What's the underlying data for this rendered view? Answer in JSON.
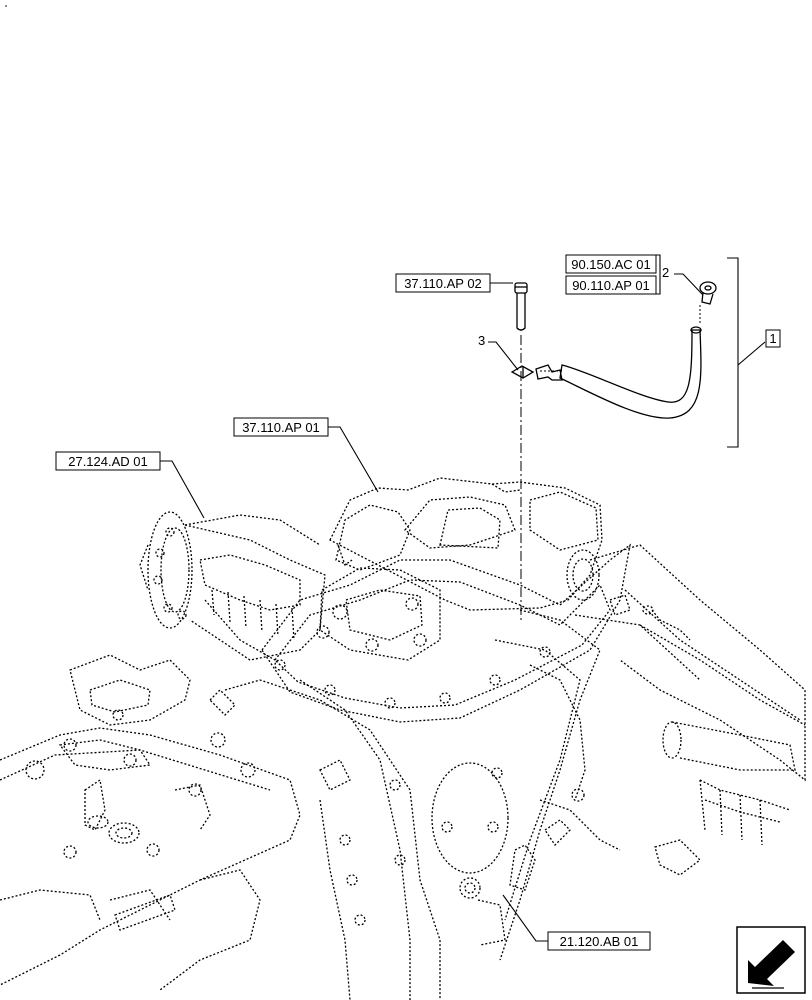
{
  "references": {
    "r_90150": "90.150.AC 01",
    "r_90110": "90.110.AP 01",
    "r_37110_02": "37.110.AP 02",
    "r_37110_01": "37.110.AP 01",
    "r_27124": "27.124.AD  01",
    "r_21120": "21.120.AB  01"
  },
  "callouts": {
    "item_1": "1",
    "item_2": "2",
    "item_3": "3"
  },
  "icons": {
    "corner": "view-direction-arrow-icon"
  }
}
